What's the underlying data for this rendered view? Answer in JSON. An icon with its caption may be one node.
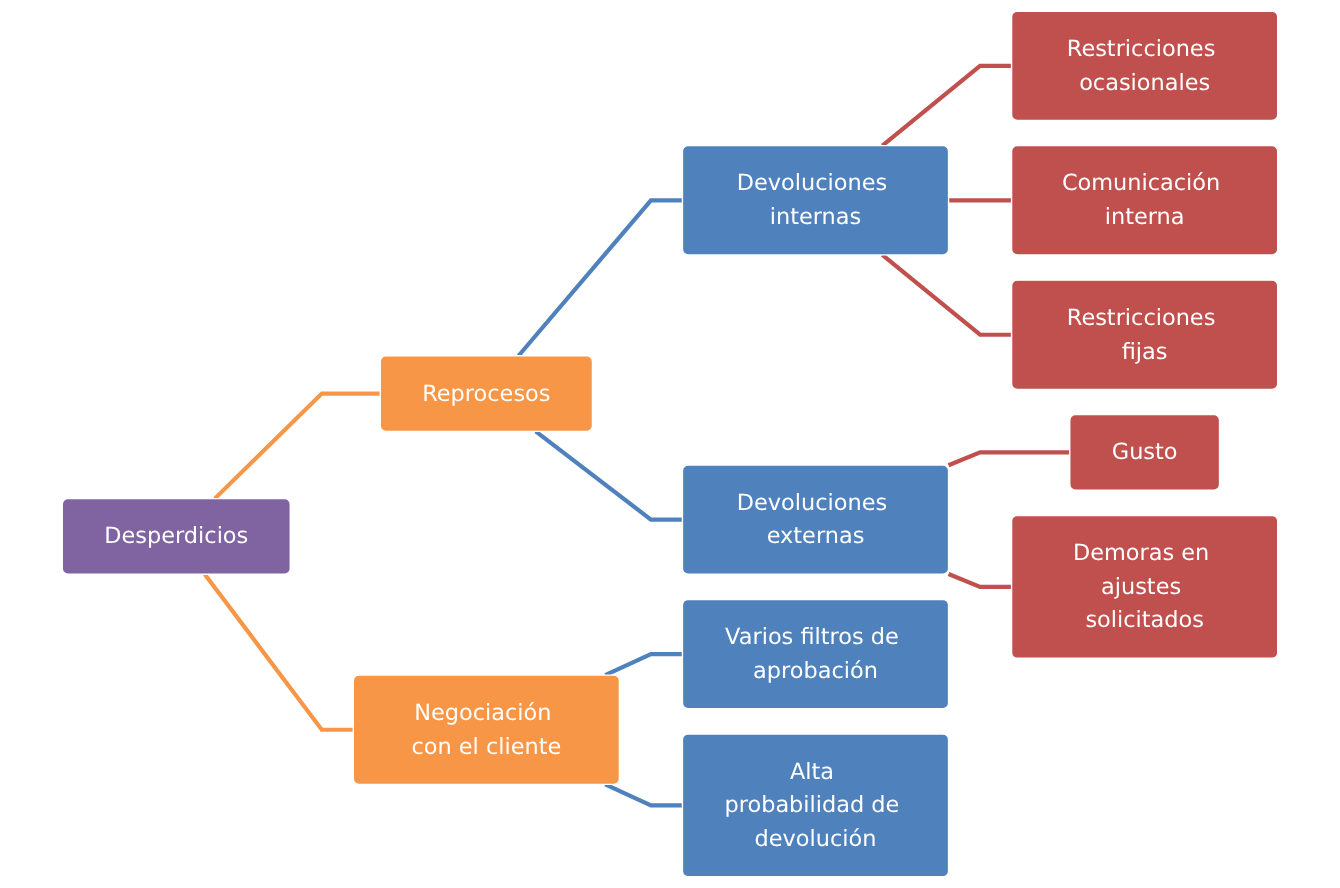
{
  "diagram": {
    "nodes": [
      {
        "text": [
          "Desperdicios"
        ]
      },
      {
        "text": [
          "Reprocesos"
        ]
      },
      {
        "text": [
          "Negociación con el cliente"
        ]
      },
      {
        "text": [
          "Devoluciones internas"
        ]
      },
      {
        "text": [
          "Devoluciones externas"
        ]
      },
      {
        "text": [
          "Varios filtros de aprobación"
        ]
      },
      {
        "text": [
          "Alta probabilidad de devolución"
        ]
      },
      {
        "text": [
          "Restricciones ocasionales"
        ]
      },
      {
        "text": [
          "Comunicación interna"
        ]
      },
      {
        "text": [
          "Restricciones fijas"
        ]
      },
      {
        "text": [
          "Gusto"
        ]
      },
      {
        "text": [
          "Demoras en ajustes solicitados"
        ]
      }
    ],
    "edges": [
      {
        "from": 0,
        "to": 1,
        "arrow": "none",
        "color": "#f79646"
      },
      {
        "from": 0,
        "to": 2,
        "arrow": "none",
        "color": "#f79646"
      },
      {
        "from": 1,
        "to": 3,
        "arrow": "none",
        "color": "#4f81bd"
      },
      {
        "from": 1,
        "to": 4,
        "arrow": "none",
        "color": "#4f81bd"
      },
      {
        "from": 2,
        "to": 5,
        "arrow": "none",
        "color": "#4f81bd"
      },
      {
        "from": 2,
        "to": 6,
        "arrow": "none",
        "color": "#4f81bd"
      },
      {
        "from": 3,
        "to": 7,
        "arrow": "none"
      },
      {
        "from": 3,
        "to": 8,
        "arrow": "none"
      },
      {
        "from": 3,
        "to": 9,
        "arrow": "none"
      },
      {
        "from": 4,
        "to": 10,
        "arrow": "none"
      },
      {
        "from": 4,
        "to": 11,
        "arrow": "none"
      }
    ]
  }
}
